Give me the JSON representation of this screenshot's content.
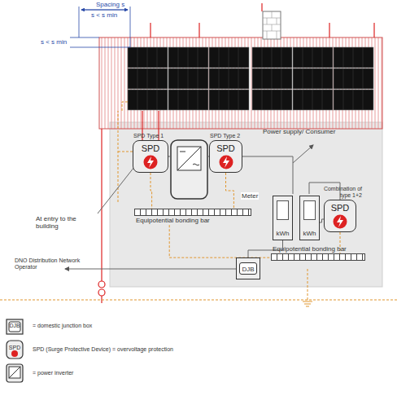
{
  "diagram": {
    "nodes": [
      {
        "text": [
          "SPD Type 1",
          "SPD"
        ]
      },
      {
        "text": [
          "SPD Type 2",
          "SPD"
        ]
      },
      {
        "text": [
          "Equipotential bonding bar"
        ]
      },
      {
        "text": [
          "kWh"
        ]
      },
      {
        "text": [
          "kWh"
        ]
      },
      {
        "text": [
          "Combination of type 1+2",
          "SPD"
        ]
      },
      {
        "text": [
          "DJB"
        ]
      },
      {
        "text": [
          "Equipotential bonding bar"
        ]
      }
    ],
    "edges": [
      {
        "from": 0,
        "to": 2,
        "arrow": "none"
      },
      {
        "from": 1,
        "to": 2,
        "arrow": "none"
      },
      {
        "from": 2,
        "to": 7,
        "arrow": "none"
      },
      {
        "from": 6,
        "to": 3,
        "arrow": "none"
      },
      {
        "from": 4,
        "to": 5,
        "arrow": "none"
      },
      {
        "from": 5,
        "to": 7,
        "arrow": "none"
      }
    ],
    "labels": [
      "Spacing s",
      "s < s min",
      "s < s min",
      "Power supply/ Consumer",
      "Meter",
      "At entry to the building",
      "DNO Distribution Network Operator",
      "DJB",
      "SPD"
    ],
    "legend": [
      {
        "text": "= domestic junction box"
      },
      {
        "text": "SPD (Surge Protective Device) = overvoltage protection"
      },
      {
        "text": "= power inverter"
      }
    ]
  }
}
